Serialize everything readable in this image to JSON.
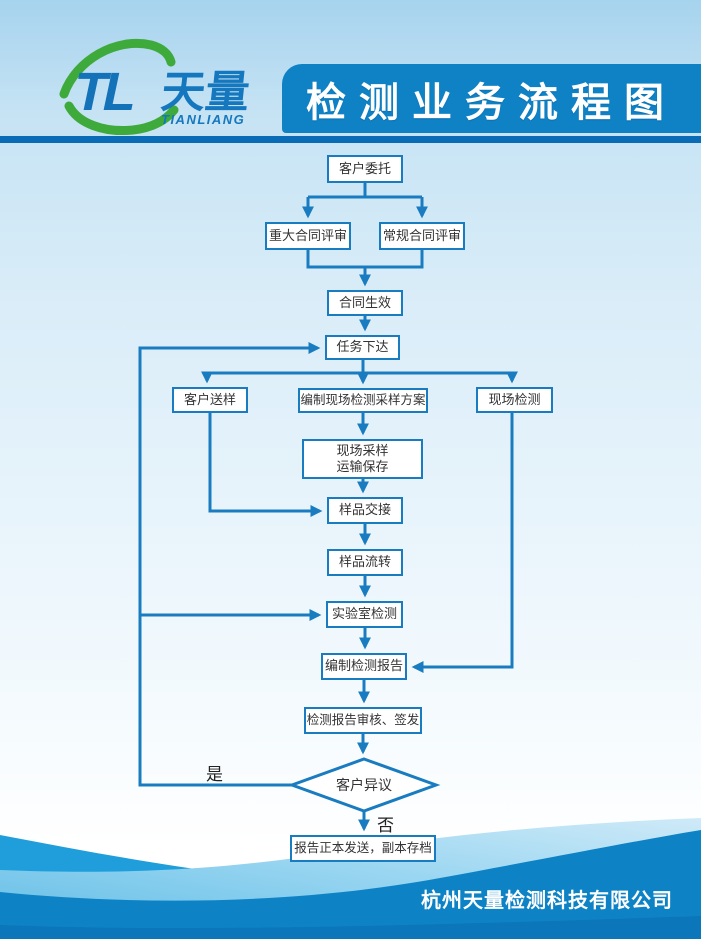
{
  "header": {
    "logo": {
      "monogram": "TL",
      "name_cn": "天量",
      "name_en": "TIANLIANG"
    },
    "title": "检测业务流程图"
  },
  "flowchart": {
    "nodes": {
      "entrust": "客户委托",
      "major_review": "重大合同评审",
      "regular_review": "常规合同评审",
      "contract_effective": "合同生效",
      "task_assign": "任务下达",
      "customer_sample": "客户送样",
      "plan": "编制现场检测采样方案",
      "onsite_test": "现场检测",
      "sampling_line1": "现场采样",
      "sampling_line2": "运输保存",
      "handover": "样品交接",
      "circulation": "样品流转",
      "lab_test": "实验室检测",
      "report": "编制检测报告",
      "review_sign": "检测报告审核、签发",
      "objection": "客户异议",
      "final": "报告正本发送，副本存档"
    },
    "labels": {
      "yes": "是",
      "no": "否"
    }
  },
  "footer": {
    "company": "杭州天量检测科技有限公司"
  },
  "colors": {
    "accent_blue": "#1a7cc0",
    "banner_blue": "#0f82c6",
    "divider_blue": "#0a6cb7",
    "logo_green": "#3faa3c",
    "logo_blue": "#1472b8",
    "wave_medium": "#1f9edb",
    "wave_deep": "#0d83c6",
    "wave_dark": "#0b76ba"
  }
}
